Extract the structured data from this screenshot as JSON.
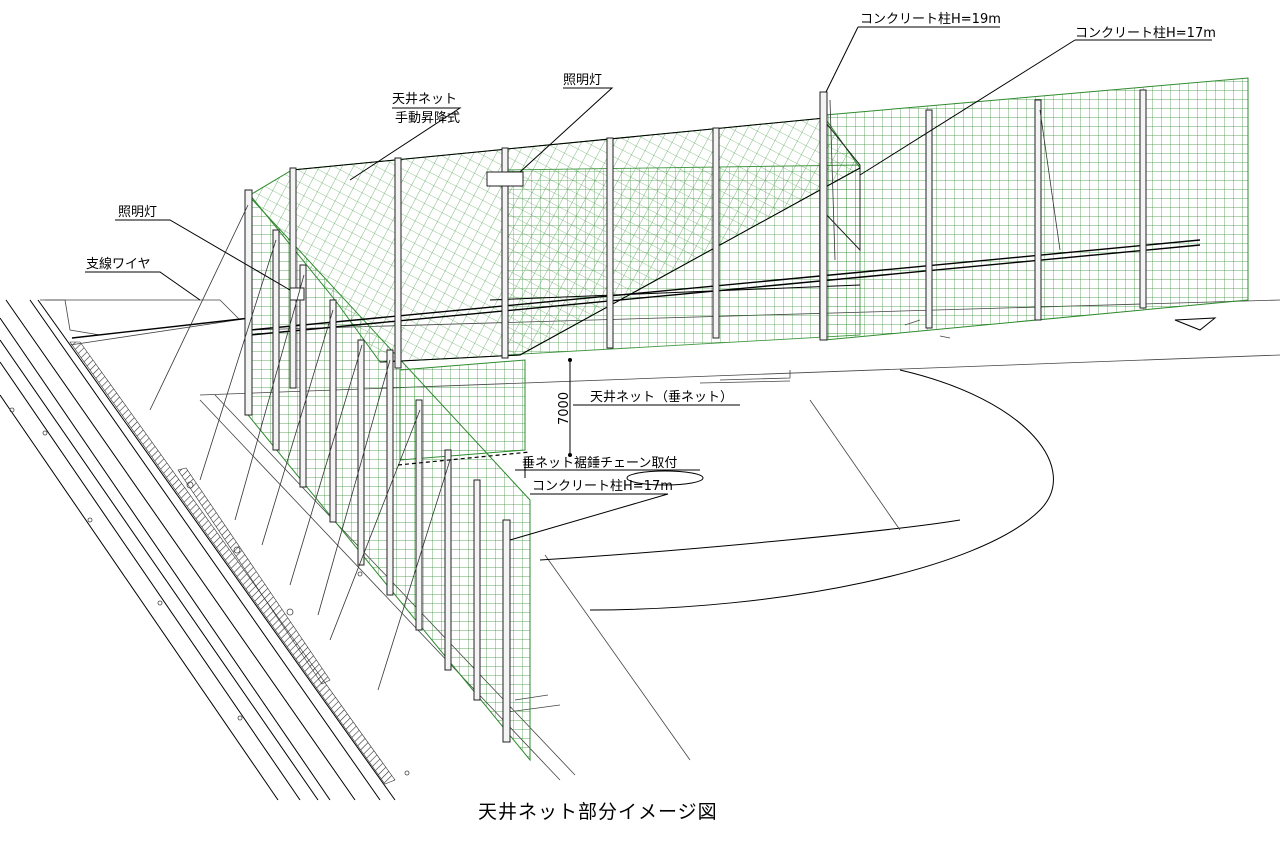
{
  "labels": {
    "ceiling_net": "天井ネット",
    "manual_lift": "手動昇降式",
    "light_top": "照明灯",
    "light_left": "照明灯",
    "guy_wire": "支線ワイヤ",
    "pole_h19": "コンクリート柱H=19m",
    "pole_h17_top": "コンクリート柱H=17m",
    "hanging_net": "天井ネット（垂ネット）",
    "dimension": "7000",
    "chain": "垂ネット裾錘チェーン取付",
    "pole_h17_mid": "コンクリート柱H=17m"
  },
  "caption": "天井ネット部分イメージ図",
  "colors": {
    "net": "#2e8b2e",
    "line": "#000000",
    "background": "#ffffff"
  }
}
